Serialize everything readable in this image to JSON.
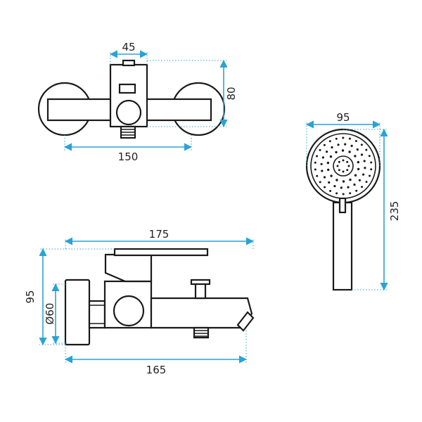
{
  "dimensions": {
    "top_width": "45",
    "top_height": "80",
    "top_span": "150",
    "head_diameter": "95",
    "handset_length": "235",
    "side_length": "175",
    "side_height": "95",
    "flange_diameter": "Ø60",
    "side_depth": "165"
  },
  "colors": {
    "dimension": "#29a3d6",
    "outline": "#1a1a1a",
    "background": "#ffffff"
  }
}
